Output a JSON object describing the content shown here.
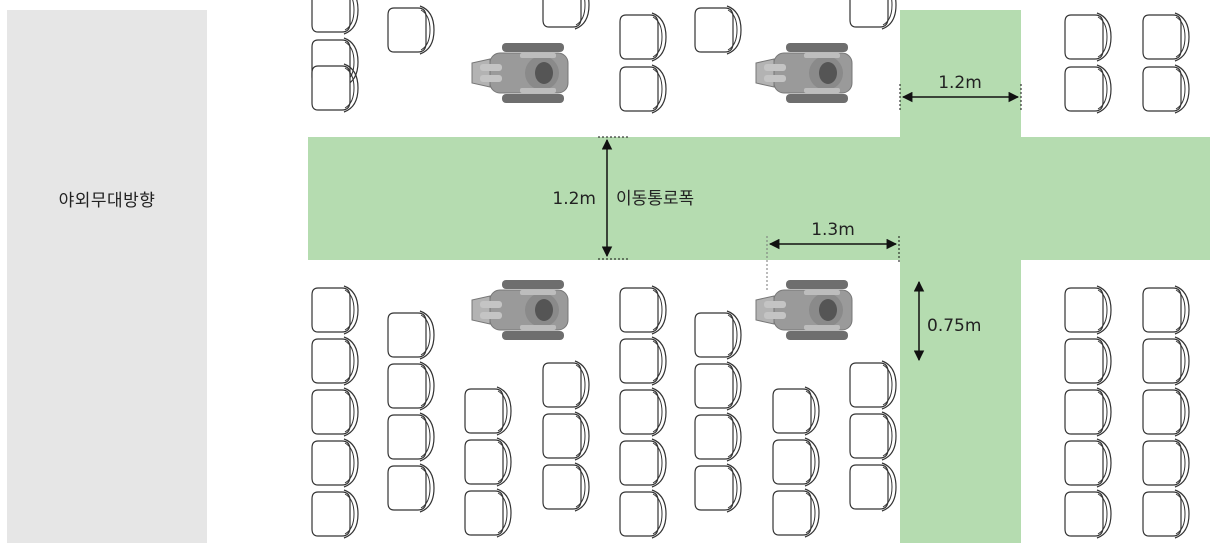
{
  "stage": {
    "label": "야외무대방향"
  },
  "aisle": {
    "main_width_value": "1.2m",
    "main_width_caption": "이동통로폭",
    "cross_width_value": "1.2m",
    "wheelchair_clearance_value": "1.3m",
    "gap_value": "0.75m"
  },
  "colors": {
    "aisle": "#b5dcb0",
    "stage_panel": "#e6e6e6",
    "chair_outline": "#333333",
    "wheelchair_body": "#9a9a9a",
    "wheelchair_dark": "#555555"
  },
  "icons": [
    "chair-icon",
    "wheelchair-icon",
    "double-arrow-icon"
  ]
}
